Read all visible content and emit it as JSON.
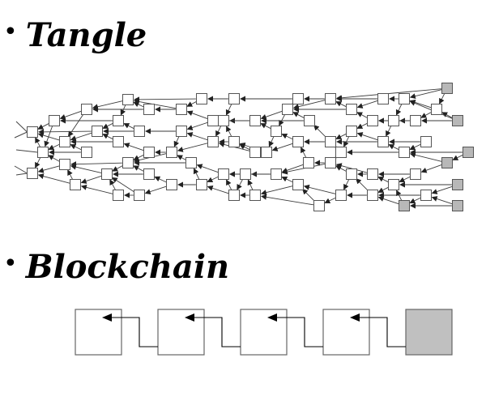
{
  "sections": {
    "tangle": {
      "bullet": "•",
      "title": "Tangle"
    },
    "blockchain": {
      "bullet": "•",
      "title": "Blockchain",
      "block_count": 5,
      "tip_color": "#c0c0c0"
    }
  },
  "tangle": {
    "tip_color": "#b8b8b8",
    "node_color": "#ffffff"
  }
}
